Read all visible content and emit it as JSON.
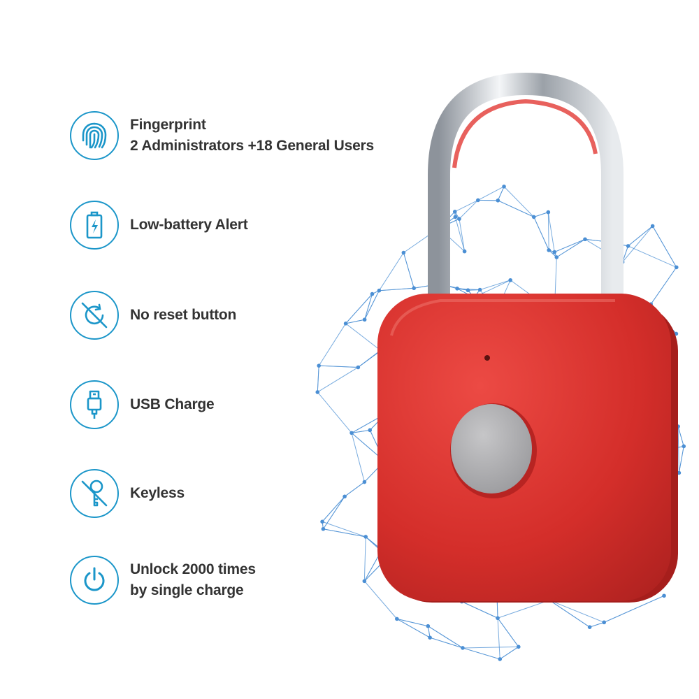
{
  "colors": {
    "accent": "#1b96c9",
    "text": "#333333",
    "lock_body": "#d8302c",
    "shackle": "#c9cdd2",
    "sensor": "#a9a9ab",
    "network": "#4b8fd4"
  },
  "features": [
    {
      "icon": "fingerprint-icon",
      "lines": [
        "Fingerprint",
        "2 Administrators +18 General Users"
      ]
    },
    {
      "icon": "battery-icon",
      "lines": [
        "Low-battery Alert"
      ]
    },
    {
      "icon": "no-reset-icon",
      "lines": [
        "No reset button"
      ]
    },
    {
      "icon": "usb-icon",
      "lines": [
        "USB Charge"
      ]
    },
    {
      "icon": "no-key-icon",
      "lines": [
        "Keyless"
      ]
    },
    {
      "icon": "power-icon",
      "lines": [
        "Unlock 2000 times",
        "by single charge"
      ]
    }
  ]
}
